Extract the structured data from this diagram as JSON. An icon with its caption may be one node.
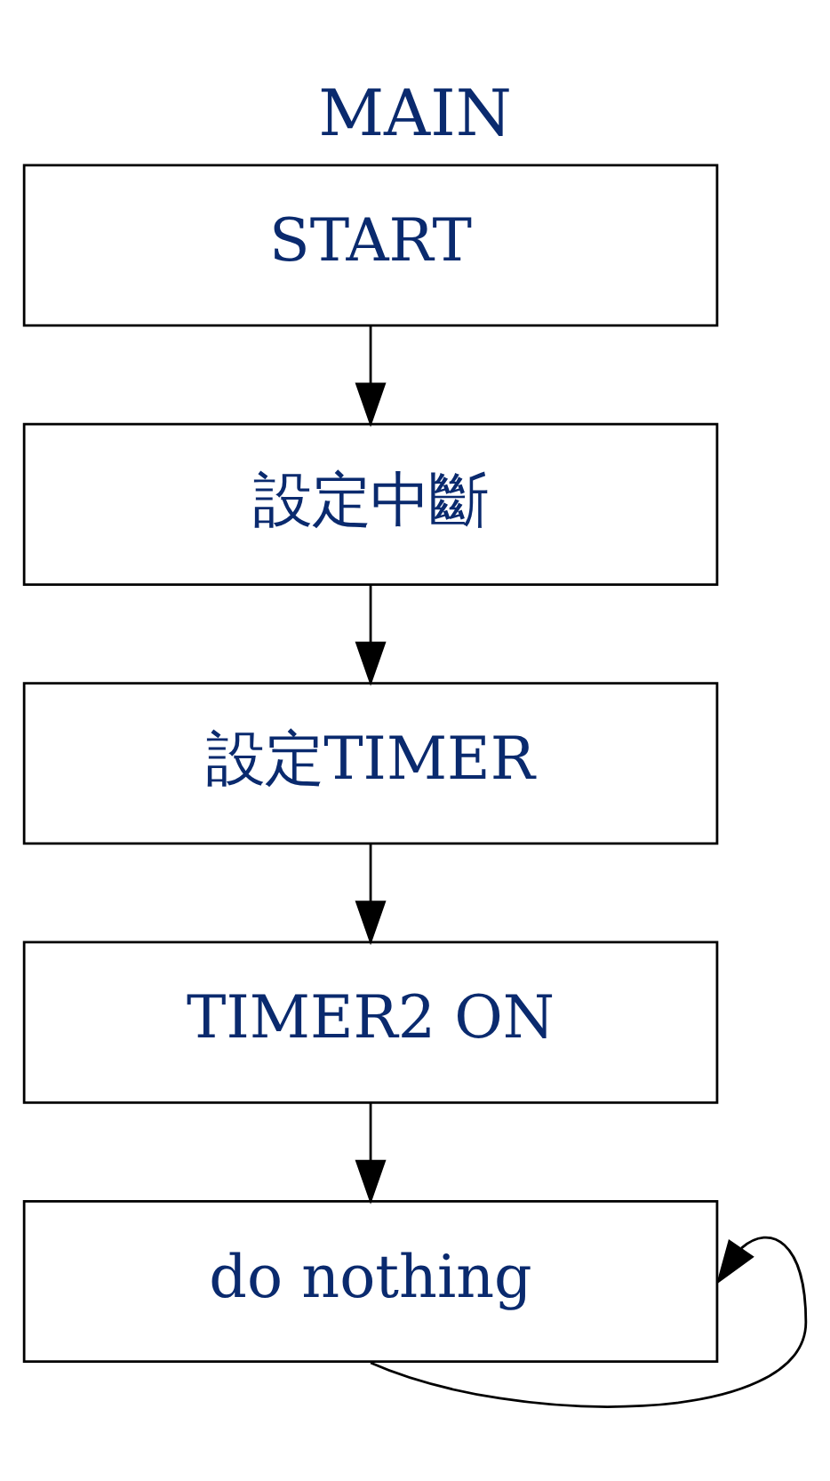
{
  "diagram": {
    "title": "MAIN",
    "nodes": [
      {
        "text": [
          "START"
        ]
      },
      {
        "text": [
          "設定中斷"
        ]
      },
      {
        "text": [
          "設定TIMER"
        ]
      },
      {
        "text": [
          "TIMER2 ON"
        ]
      },
      {
        "text": [
          "do nothing"
        ]
      }
    ],
    "edges": [
      {
        "from": 0,
        "to": 1,
        "arrow": "to"
      },
      {
        "from": 1,
        "to": 2,
        "arrow": "to"
      },
      {
        "from": 2,
        "to": 3,
        "arrow": "to"
      },
      {
        "from": 3,
        "to": 4,
        "arrow": "to"
      },
      {
        "from": 4,
        "to": 4,
        "arrow": "to"
      }
    ]
  }
}
